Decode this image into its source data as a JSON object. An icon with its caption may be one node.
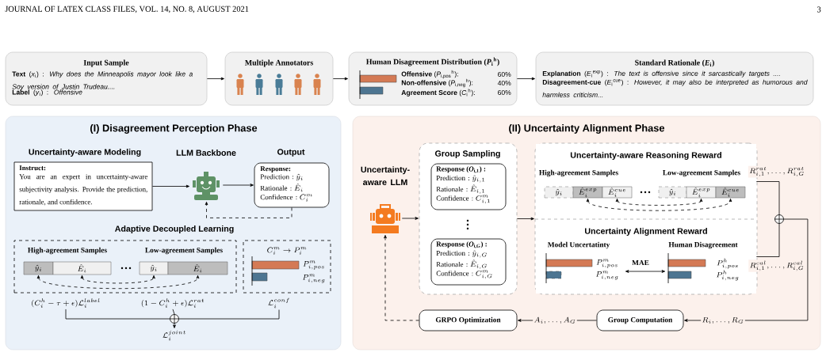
{
  "diagram": {
    "nodes": [
      {
        "text": [
          "Input Sample",
          "**Text** (*x*$_{i}$) : *Why does the Minneapolis mayor look like a Soy version of Justin Trudeau....*",
          "**Label** (*y*$_{i}$) : *Offensive*"
        ]
      },
      {
        "text": [
          "Multiple Annotators"
        ]
      },
      {
        "text": [
          "Human Disagreement Distribution (*P*$_{i}$$^{h}$)",
          "**Offensive** (*P*$_{i,pos}$$^{h}$):",
          "60%",
          "**Non-offensive** (*P*$_{i,neg}$$^{h}$):",
          "40%",
          "**Agreement Score** (*C*$_{i}$$^{h}$):",
          "60%"
        ]
      },
      {
        "text": [
          "Standard Rationale (*E*$_{i}$)",
          "**Explanation** (*E*$_{i}$$^{exp}$) : *The text is offensive since it sarcastically targets ....*",
          "**Disagreement-cue** (*E*$_{i}$$^{cue}$) : *However, it may also be interpreted as humorous and harmless criticism...*"
        ]
      },
      {
        "text": [
          "(I) Disagreement Perception Phase"
        ]
      },
      {
        "text": [
          "Uncertainty-aware Modeling",
          "Instruct:",
          "You are an expert in uncertainty-aware subjectivity analysis. Provide the prediction, rationale, and confidence."
        ],
        "in": 4
      },
      {
        "text": [
          "LLM Backbone"
        ],
        "in": 4
      },
      {
        "text": [
          "Output",
          "Response:",
          "\\mathrm{Prediction:}\\ \\hat{y}_i",
          "\\mathrm{Rationale:}\\ \\hat{E}_i",
          "\\mathrm{Confidence:}\\ C_i^m"
        ],
        "in": 4
      },
      {
        "text": [
          "High-agreement Samples",
          "Low-agreement Samples"
        ],
        "in": 4
      },
      {
        "text": [
          "\\hat{y}_i"
        ],
        "in": 8
      },
      {
        "text": [
          "\\hat{E}_i"
        ],
        "in": 8
      },
      {
        "text": [
          "\\hat{y}_i"
        ],
        "in": 8
      },
      {
        "text": [
          "\\hat{E}_i"
        ],
        "in": 8
      },
      {
        "text": [
          "C_i^m \\rightarrow P_i^m",
          "P_{i,pos}^m",
          "P_{i,neg}^m"
        ],
        "in": 4
      },
      {
        "text": [
          "(C_i^h - \\tau + \\epsilon)\\mathcal{L}_i^{label}"
        ],
        "in": 4
      },
      {
        "text": [
          "(1 - C_i^h + \\epsilon)\\mathcal{L}_i^{rat}"
        ],
        "in": 4
      },
      {
        "text": [
          "\\mathcal{L}_i^{conf}"
        ],
        "in": 4
      },
      {
        "text": [],
        "shape": "circle",
        "in": 4
      },
      {
        "text": [
          "\\mathcal{L}_i^{joint}"
        ],
        "in": 4
      },
      {
        "text": [
          "(II) Uncertainty Alignment Phase"
        ]
      },
      {
        "text": [
          "Uncertainty-aware LLM"
        ],
        "in": 19
      },
      {
        "text": [
          "Group Sampling"
        ],
        "in": 19
      },
      {
        "text": [
          "Response (*O*$_{i,1}$) :",
          "\\mathrm{Prediction:}\\ \\hat{y}_{i,1}",
          "\\mathrm{Rationale:}\\ \\hat{E}_{i,1}",
          "\\mathrm{Confidence:}\\ C_{i,1}^m"
        ],
        "in": 21
      },
      {
        "text": [
          "Response (*O*$_{i,G}$) :",
          "\\mathrm{Prediction:}\\ \\hat{y}_{i,G}",
          "\\mathrm{Rationale:}\\ \\hat{E}_{i,G}",
          "\\mathrm{Confidence:}\\ C_{i,G}^m"
        ],
        "in": 21
      },
      {
        "text": [],
        "shape": "box",
        "in": 19
      },
      {
        "text": [
          "Uncertainty-aware Reasoning Reward",
          "High-agreement Samples",
          "Low-agreement Samples"
        ],
        "in": 24
      },
      {
        "text": [
          "\\hat{y}_i"
        ],
        "in": 25
      },
      {
        "text": [
          "\\hat{E}_i^{exp}"
        ],
        "in": 25
      },
      {
        "text": [
          "\\hat{E}_i^{cue}"
        ],
        "in": 25
      },
      {
        "text": [
          "\\hat{y}_i"
        ],
        "in": 25
      },
      {
        "text": [
          "\\hat{E}_i^{exp}"
        ],
        "in": 25
      },
      {
        "text": [
          "\\hat{E}_i^{cue}"
        ],
        "in": 25
      },
      {
        "text": [
          "Uncertainty Alignment Reward"
        ],
        "in": 24
      },
      {
        "text": [
          "Model Uncertatinty",
          "P_{i,pos}^m",
          "P_{i,neg}^m"
        ],
        "in": 32
      },
      {
        "text": [
          "Human Disagreement",
          "P_{i,pos}^h",
          "P_{i,neg}^h"
        ],
        "in": 32
      },
      {
        "text": [],
        "shape": "circle",
        "in": 19
      },
      {
        "text": [
          "Group Computation"
        ],
        "in": 19
      },
      {
        "text": [
          "GRPO Optimization"
        ],
        "in": 19
      }
    ],
    "edges": [
      {
        "from": 0,
        "to": 1,
        "arrow": "to"
      },
      {
        "from": 1,
        "to": 2,
        "arrow": "to"
      },
      {
        "from": 2,
        "to": 3,
        "arrow": "to"
      },
      {
        "from": 5,
        "to": 6,
        "arrow": "to"
      },
      {
        "from": 6,
        "to": 7,
        "arrow": "to"
      },
      {
        "from": 7,
        "to": 6,
        "arrow": "to",
        "style": "dashed"
      },
      {
        "from": 9,
        "to": 12,
        "arrow": "both",
        "style": "dashed"
      },
      {
        "from": 10,
        "to": 11,
        "arrow": "both",
        "style": "dashed"
      },
      {
        "from": 14,
        "to": 17,
        "arrow": "none"
      },
      {
        "from": 15,
        "to": 17,
        "arrow": "none"
      },
      {
        "from": 16,
        "to": 17,
        "arrow": "none"
      },
      {
        "from": 17,
        "to": 18,
        "arrow": "to"
      },
      {
        "from": 20,
        "to": 21,
        "arrow": "to"
      },
      {
        "from": 21,
        "to": 24,
        "arrow": "to"
      },
      {
        "from": 27,
        "to": 31,
        "arrow": "both",
        "style": "dashed"
      },
      {
        "from": 28,
        "to": 30,
        "arrow": "both",
        "style": "dashed"
      },
      {
        "from": 33,
        "to": 34,
        "arrow": "both",
        "label": "MAE"
      },
      {
        "from": 25,
        "to": 35,
        "arrow": "none",
        "label": "R_{i,1}^{rat}, \\dots, R_{i,G}^{rat}"
      },
      {
        "from": 32,
        "to": 35,
        "arrow": "none",
        "label": "R_{i,1}^{cal}, \\dots, R_{i,G}^{cal}"
      },
      {
        "from": 35,
        "to": 36,
        "arrow": "to",
        "label": "R_i, \\dots, R_G"
      },
      {
        "from": 36,
        "to": 37,
        "arrow": "to",
        "label": "A_i, \\dots, A_G"
      },
      {
        "from": 37,
        "to": 20,
        "arrow": "to",
        "style": "dashed"
      }
    ],
    "labels": [
      "JOURNAL OF LATEX CLASS FILES, VOL. 14, NO. 8, AUGUST 2021",
      "3",
      "Adaptive Decoupled Learning"
    ]
  }
}
